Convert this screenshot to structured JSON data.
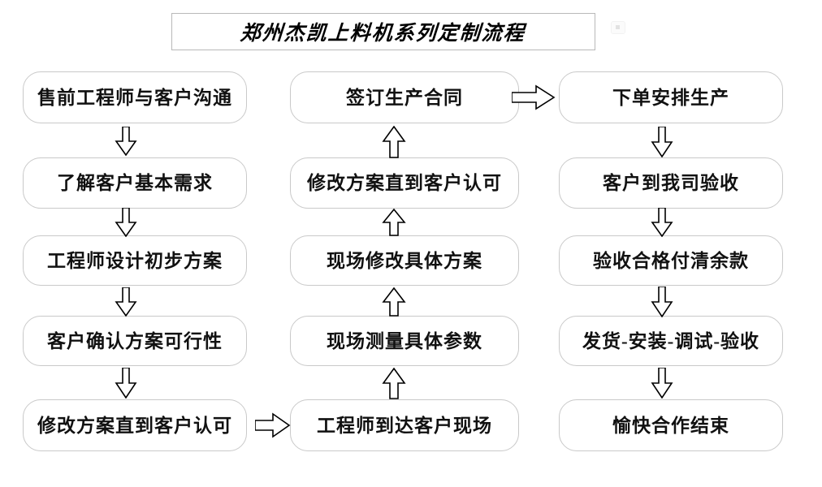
{
  "page": {
    "background_color": "#ffffff",
    "node_border_color": "#c9c9c9",
    "text_color": "#111111",
    "title_border_color": "#b8b8b8"
  },
  "title": {
    "text": "郑州杰凯上料机系列定制流程"
  },
  "columns": [
    {
      "id": "column-1",
      "flow_direction": "down",
      "nodes": [
        {
          "id": "n1",
          "label": "售前工程师与客户沟通"
        },
        {
          "id": "n2",
          "label": "了解客户基本需求"
        },
        {
          "id": "n3",
          "label": "工程师设计初步方案"
        },
        {
          "id": "n4",
          "label": "客户确认方案可行性"
        },
        {
          "id": "n5",
          "label": "修改方案直到客户认可"
        }
      ]
    },
    {
      "id": "column-2",
      "flow_direction": "up",
      "nodes": [
        {
          "id": "n6",
          "label": "签订生产合同"
        },
        {
          "id": "n7",
          "label": "修改方案直到客户认可"
        },
        {
          "id": "n8",
          "label": "现场修改具体方案"
        },
        {
          "id": "n9",
          "label": "现场测量具体参数"
        },
        {
          "id": "n10",
          "label": "工程师到达客户现场"
        }
      ]
    },
    {
      "id": "column-3",
      "flow_direction": "down",
      "nodes": [
        {
          "id": "n11",
          "label": "下单安排生产"
        },
        {
          "id": "n12",
          "label": "客户到我司验收"
        },
        {
          "id": "n13",
          "label": "验收合格付清余款"
        },
        {
          "id": "n14",
          "label": "发货-安装-调试-验收"
        },
        {
          "id": "n15",
          "label": "愉快合作结束"
        }
      ]
    }
  ],
  "connectors": [
    {
      "id": "a1",
      "direction": "down",
      "from": "n1",
      "to": "n2"
    },
    {
      "id": "a2",
      "direction": "down",
      "from": "n2",
      "to": "n3"
    },
    {
      "id": "a3",
      "direction": "down",
      "from": "n3",
      "to": "n4"
    },
    {
      "id": "a4",
      "direction": "down",
      "from": "n4",
      "to": "n5"
    },
    {
      "id": "a5",
      "direction": "right",
      "from": "n5",
      "to": "n10"
    },
    {
      "id": "a6",
      "direction": "up",
      "from": "n10",
      "to": "n9"
    },
    {
      "id": "a7",
      "direction": "up",
      "from": "n9",
      "to": "n8"
    },
    {
      "id": "a8",
      "direction": "up",
      "from": "n8",
      "to": "n7"
    },
    {
      "id": "a9",
      "direction": "up",
      "from": "n7",
      "to": "n6"
    },
    {
      "id": "a10",
      "direction": "right",
      "from": "n6",
      "to": "n11"
    },
    {
      "id": "a11",
      "direction": "down",
      "from": "n11",
      "to": "n12"
    },
    {
      "id": "a12",
      "direction": "down",
      "from": "n12",
      "to": "n13"
    },
    {
      "id": "a13",
      "direction": "down",
      "from": "n13",
      "to": "n14"
    },
    {
      "id": "a14",
      "direction": "down",
      "from": "n14",
      "to": "n15"
    }
  ]
}
